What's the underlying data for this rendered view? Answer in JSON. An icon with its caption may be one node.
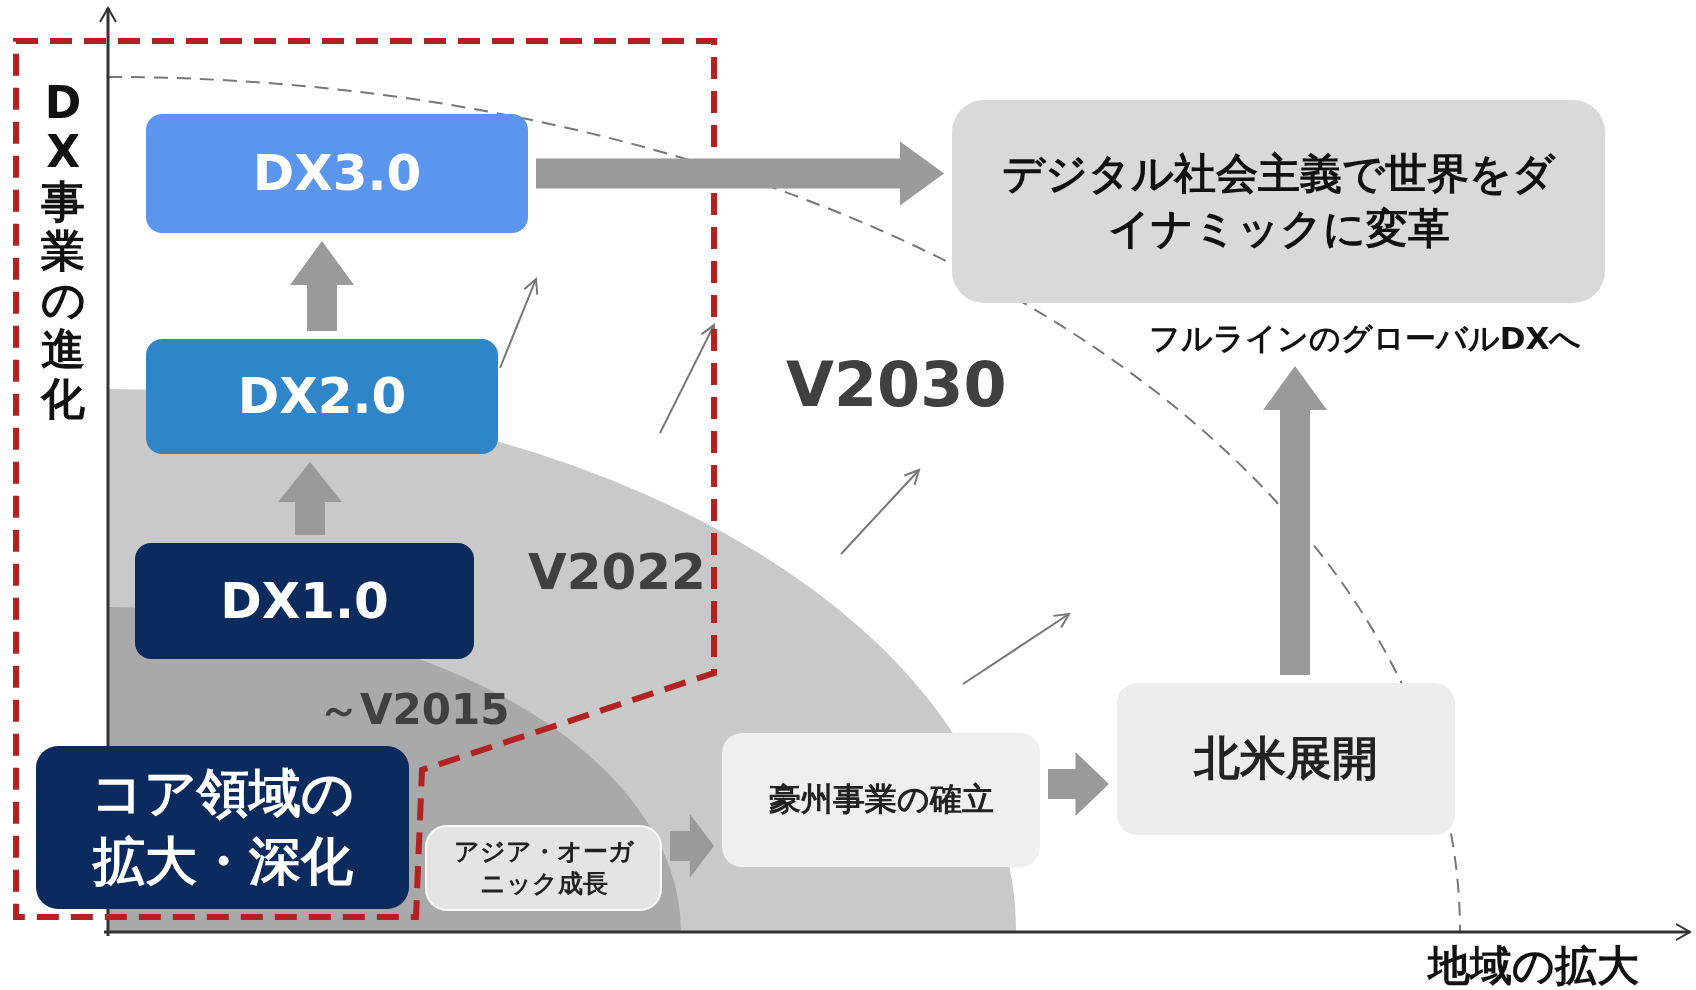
{
  "diagram": {
    "nodes": [
      {
        "text": [
          "DX3.0"
        ]
      },
      {
        "text": [
          "DX2.0"
        ]
      },
      {
        "text": [
          "DX1.0"
        ]
      },
      {
        "text": [
          "コア領域の拡大・深化"
        ]
      },
      {
        "text": [
          "アジア・オーガニック成長"
        ]
      },
      {
        "text": [
          "豪州事業の確立"
        ]
      },
      {
        "text": [
          "北米展開"
        ]
      },
      {
        "text": [
          "デジタル社会主義で世界をダイナミックに変革"
        ]
      },
      {
        "text": [
          "フルラインのグローバルDXへ"
        ]
      }
    ],
    "edges": [
      {
        "from": 2,
        "to": 1,
        "arrow": "to"
      },
      {
        "from": 1,
        "to": 0,
        "arrow": "to"
      },
      {
        "from": 0,
        "to": 7,
        "arrow": "to"
      },
      {
        "from": 4,
        "to": 5,
        "arrow": "to"
      },
      {
        "from": 5,
        "to": 6,
        "arrow": "to"
      },
      {
        "from": 6,
        "to": 8,
        "arrow": "to"
      }
    ],
    "labels": [
      "DX事業の進化",
      "V2030",
      "V2022",
      "～V2015",
      "地域の拡大"
    ]
  }
}
